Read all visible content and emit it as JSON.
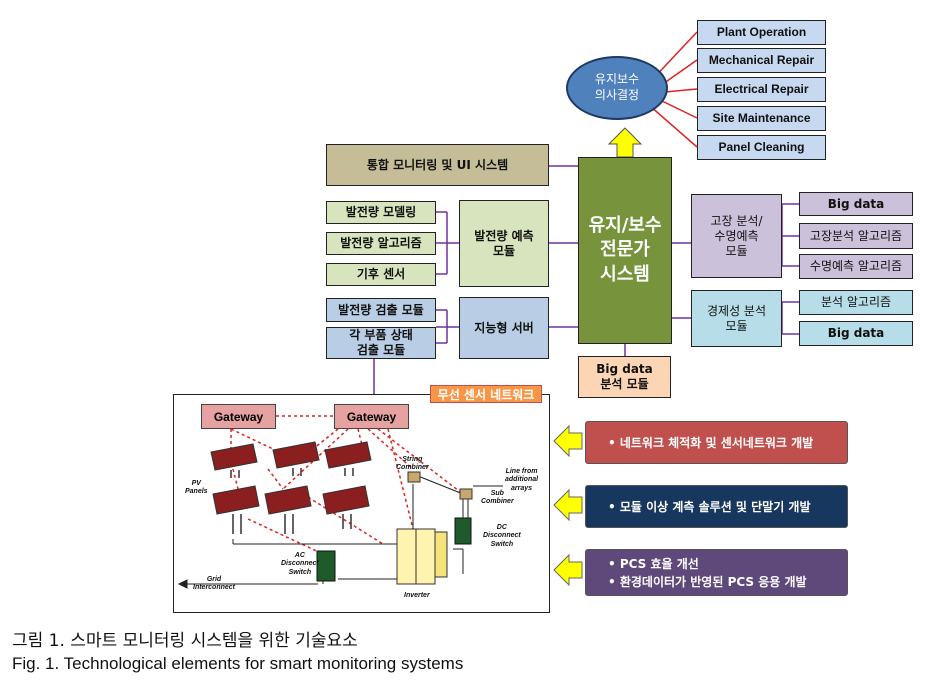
{
  "decision": {
    "label": "유지보수\n의사결정"
  },
  "maintenance_items": [
    "Plant Operation",
    "Mechanical Repair",
    "Electrical Repair",
    "Site Maintenance",
    "Panel Cleaning"
  ],
  "integrated_ui": "통합 모니터링 및 UI 시스템",
  "forecast": {
    "inputs": [
      "발전량 모델링",
      "발전량 알고리즘",
      "기후 센서"
    ],
    "module": "발전량 예측\n모듈"
  },
  "detection": {
    "inputs": [
      "발전량 검출 모듈",
      "각 부품 상태\n검출 모듈"
    ],
    "server": "지능형 서버"
  },
  "expert_system": "유지/보수\n전문가\n시스템",
  "fault": {
    "module": "고장 분석/\n수명예측\n모듈",
    "items": [
      "Big data",
      "고장분석 알고리즘",
      "수명예측 알고리즘"
    ]
  },
  "economy": {
    "module": "경제성 분석\n모듈",
    "items": [
      "분석 알고리즘",
      "Big data"
    ]
  },
  "bigdata_module": "Big data\n분석 모듈",
  "sensor_network": {
    "title": "무선 센서 네트워크",
    "gateways": [
      "Gateway",
      "Gateway"
    ],
    "labels": {
      "pv_panels": "PV\nPanels",
      "string_combiner": "String\nCombiner",
      "line_from": "Line from\nadditional\narrays",
      "sub_combiner": "Sub\nCombiner",
      "dc_switch": "DC\nDisconnect\nSwitch",
      "ac_switch": "AC\nDisconnect\nSwitch",
      "grid": "Grid\nInterconnect",
      "inverter": "Inverter"
    }
  },
  "tech_banners": [
    {
      "lines": [
        "•  네트워크 체적화 및 센서네트워크 개발"
      ],
      "color": "#c0504d"
    },
    {
      "lines": [
        "•  모듈 이상 계측 솔루션 및 단말기 개발"
      ],
      "color": "#17375e"
    },
    {
      "lines": [
        "•  PCS 효율 개선",
        "•  환경데이터가 반영된 PCS 응용 개발"
      ],
      "color": "#5f497a"
    }
  ],
  "caption": {
    "ko": "그림 1. 스마트 모니터링 시스템을 위한 기술요소",
    "en": "Fig. 1. Technological elements for smart monitoring systems"
  }
}
